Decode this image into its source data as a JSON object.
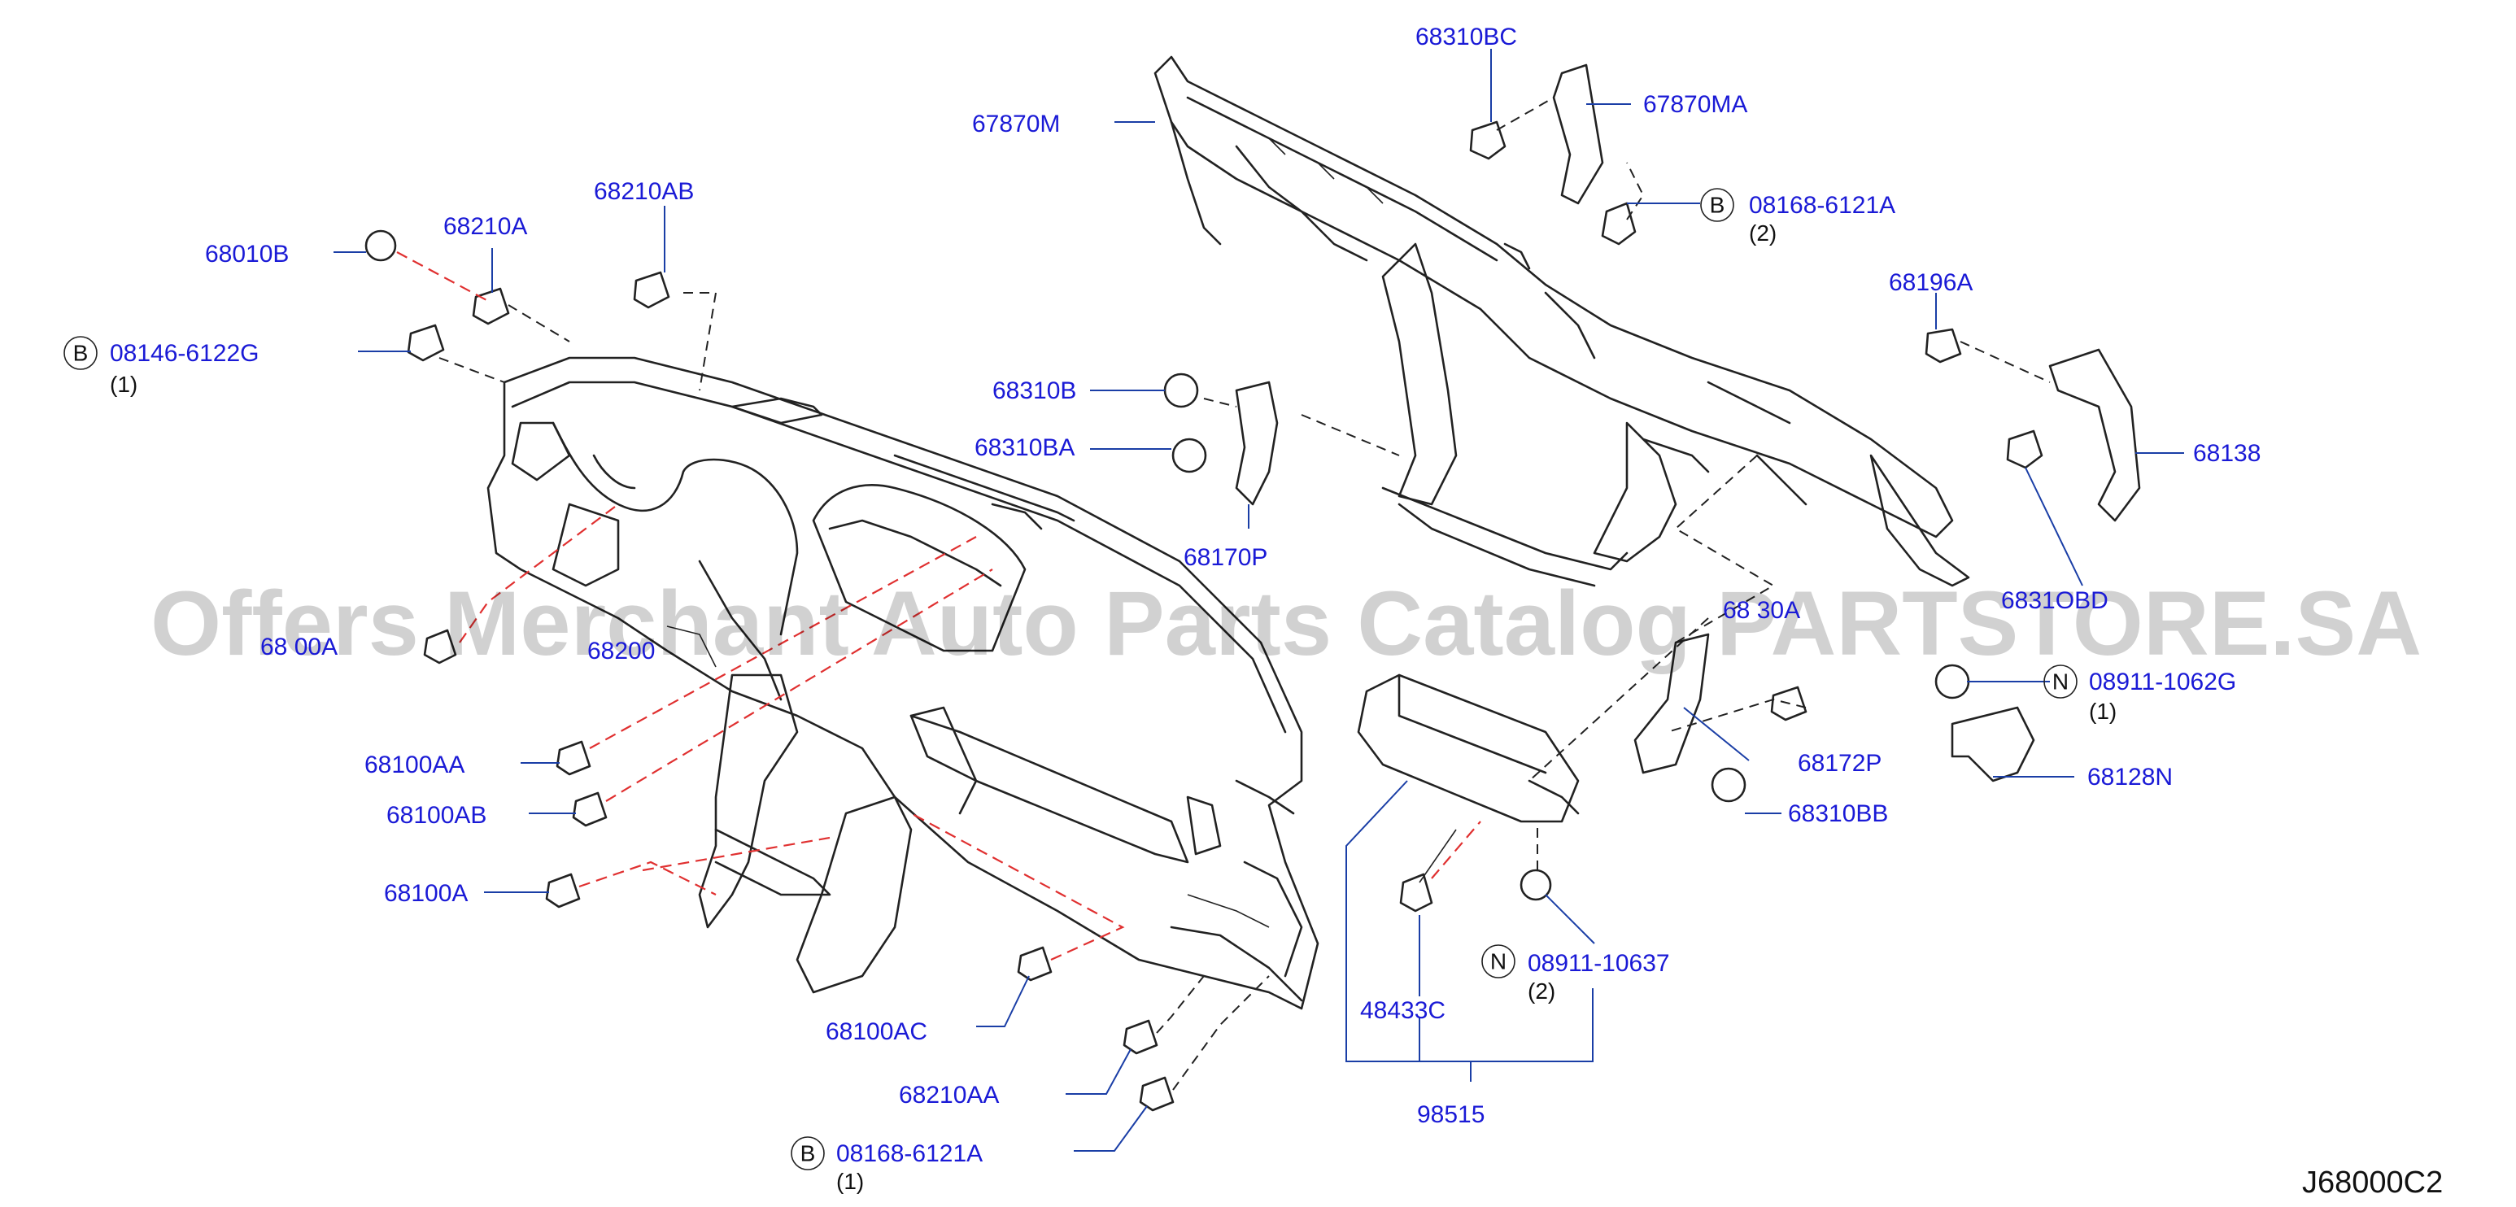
{
  "labels": {
    "p68010B": "68010B",
    "p68210A": "68210A",
    "p68210AB": "68210AB",
    "p08146": "08146-6122G",
    "p08146_qty": "(1)",
    "p08146_circ": "B",
    "p67870M": "67870M",
    "p68310BC": "68310BC",
    "p67870MA": "67870MA",
    "p08168a": "08168-6121A",
    "p08168a_qty": "(2)",
    "p08168a_circ": "B",
    "p68196A": "68196A",
    "p68310B": "68310B",
    "p68310BA": "68310BA",
    "p68138": "68138",
    "p68170P": "68170P",
    "p68310D_partial": "6831OBD",
    "p68310A_partial": "68 30A",
    "p68100_partial": "68 00A",
    "p68200_partial": "68200",
    "p08911g": "08911-1062G",
    "p08911g_qty": "(1)",
    "p08911g_circ": "N",
    "p68100AA": "68100AA",
    "p68172P": "68172P",
    "p68100AB": "68100AB",
    "p68128N": "68128N",
    "p68310BB": "68310BB",
    "p68100A": "68100A",
    "p08911b": "08911-10637",
    "p08911b_qty": "(2)",
    "p08911b_circ": "N",
    "p68100AC": "68100AC",
    "p48433C": "48433C",
    "p68210AA": "68210AA",
    "p98515": "98515",
    "p08168b": "08168-6121A",
    "p08168b_qty": "(1)",
    "p08168b_circ": "B"
  },
  "diagram_code": "J68000C2",
  "watermark": "Offers Merchant Auto Parts Catalog PARTSTORE.SA",
  "colors": {
    "label": "#1a1ad6",
    "leader": "#1a3ea6",
    "dashed_red": "#e03030",
    "ink": "#222222"
  }
}
